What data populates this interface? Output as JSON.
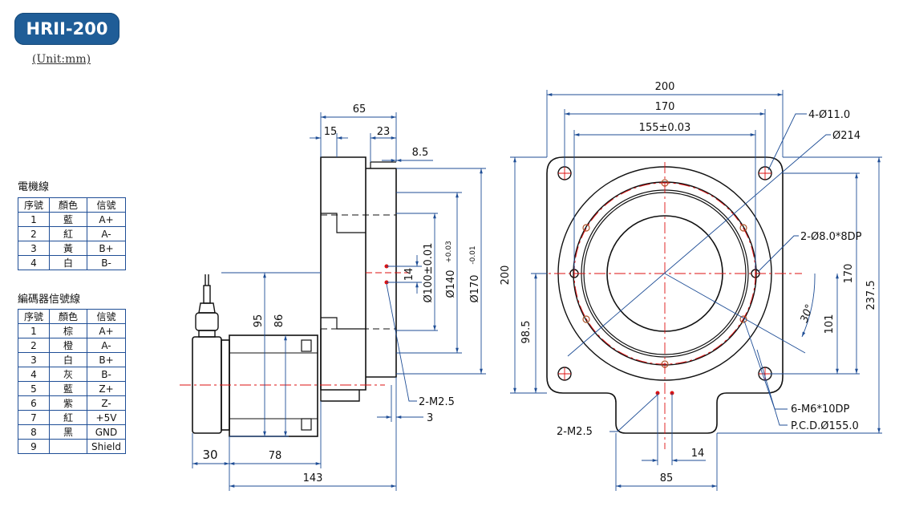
{
  "header": {
    "model": "HRII-200",
    "unit": "(Unit:mm)"
  },
  "motor_table": {
    "caption": "電機線",
    "headers": [
      "序號",
      "顏色",
      "信號"
    ],
    "rows": [
      [
        "1",
        "藍",
        "A+"
      ],
      [
        "2",
        "紅",
        "A-"
      ],
      [
        "3",
        "黃",
        "B+"
      ],
      [
        "4",
        "白",
        "B-"
      ]
    ]
  },
  "encoder_table": {
    "caption": "編碼器信號線",
    "headers": [
      "序號",
      "顏色",
      "信號"
    ],
    "rows": [
      [
        "1",
        "棕",
        "A+"
      ],
      [
        "2",
        "橙",
        "A-"
      ],
      [
        "3",
        "白",
        "B+"
      ],
      [
        "4",
        "灰",
        "B-"
      ],
      [
        "5",
        "藍",
        "Z+"
      ],
      [
        "6",
        "紫",
        "Z-"
      ],
      [
        "7",
        "紅",
        "+5V"
      ],
      [
        "8",
        "黑",
        "GND"
      ],
      [
        "9",
        "",
        "Shield"
      ]
    ]
  },
  "side_view": {
    "dim_65": "65",
    "dim_15": "15",
    "dim_23": "23",
    "dim_8_5": "8.5",
    "dim_14": "14",
    "dim_phi100": "Ø100±0.01",
    "dim_phi140": "Ø140",
    "dim_phi140_tol": "+0.03",
    "dim_phi170": "Ø170",
    "dim_phi170_tol": "-0.01",
    "dim_95": "95",
    "dim_86": "86",
    "m25": "2-M2.5",
    "dim_3": "3",
    "dim_30": "30",
    "dim_78": "78",
    "dim_143": "143"
  },
  "front_view": {
    "dim_200w": "200",
    "dim_170w": "170",
    "dim_155": "155±0.03",
    "holes_4": "4-Ø11.0",
    "dim_phi214": "Ø214",
    "pins": "2-Ø8.0*8DP",
    "dim_200h": "200",
    "dim_98_5": "98.5",
    "dim_170h": "170",
    "dim_237_5": "237.5",
    "angle": "30°",
    "dim_101": "101",
    "m6": "6-M6*10DP",
    "pcd": "P.C.D.Ø155.0",
    "m25": "2-M2.5",
    "dim_14": "14",
    "dim_85": "85"
  }
}
